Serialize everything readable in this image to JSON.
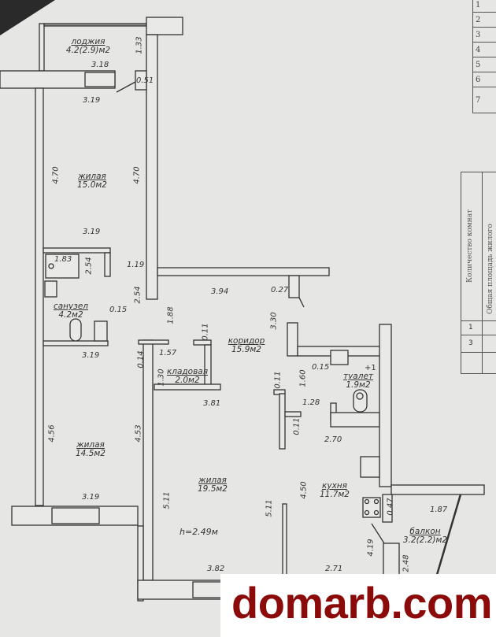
{
  "rooms": {
    "loggia": {
      "name": "лоджия",
      "area": "4.2(2.9)м2"
    },
    "living1": {
      "name": "жилая",
      "area": "15.0м2"
    },
    "bathroom": {
      "name": "санузел",
      "area": "4.2м2"
    },
    "living2": {
      "name": "жилая",
      "area": "14.5м2"
    },
    "storage": {
      "name": "кладовая",
      "area": "2.0м2"
    },
    "corridor": {
      "name": "коридор",
      "area": "15.9м2"
    },
    "toilet": {
      "name": "туалет",
      "area": "1.9м2"
    },
    "living3": {
      "name": "жилая",
      "area": "19.5м2"
    },
    "kitchen": {
      "name": "кухня",
      "area": "11.7м2"
    },
    "balcony": {
      "name": "балкон",
      "area": "3.2(2.2)м2"
    }
  },
  "ceiling_height": "h=2.49м",
  "dimensions": {
    "d1": "1.33",
    "d2": "3.18",
    "d3": "0.51",
    "d4": "3.19",
    "d5": "4.70",
    "d6": "4.70",
    "d7": "3.19",
    "d8": "1.83",
    "d9": "2.54",
    "d10": "1.19",
    "d11": "2.54",
    "d12": "0.15",
    "d13": "3.94",
    "d14": "0.27",
    "d15": "1.88",
    "d16": "3.30",
    "d17": "0.11",
    "d18": "3.19",
    "d19": "0.14",
    "d20": "1.57",
    "d21": "1.30",
    "d22": "3.81",
    "d23": "0.15",
    "d24": "1.60",
    "d25": "0.11",
    "d26": "1.28",
    "d27": "0.11",
    "d28": "2.70",
    "d29": "4.56",
    "d30": "4.53",
    "d31": "5.11",
    "d32": "5.11",
    "d33": "4.50",
    "d34": "3.19",
    "d35": "0.47",
    "d36": "1.87",
    "d37": "4.19",
    "d38": "2.48",
    "d39": "3.82",
    "d40": "2.71",
    "d41": "+1"
  },
  "table_top": {
    "rows": [
      "1",
      "2",
      "3",
      "4",
      "5",
      "6",
      "7"
    ]
  },
  "table_side": {
    "headers": [
      "Количество комнат",
      "Общая площадь жилого"
    ],
    "rows": [
      "1",
      "3",
      ""
    ]
  },
  "watermark": "domarb.com"
}
